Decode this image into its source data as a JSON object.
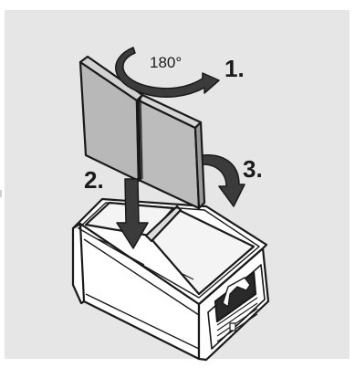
{
  "figure": {
    "steps": [
      {
        "label": "1.",
        "action": "rotate"
      },
      {
        "label": "2.",
        "action": "insert"
      },
      {
        "label": "3.",
        "action": "fold down"
      }
    ],
    "rotation_text": "180°"
  },
  "colors": {
    "background": "#e6e6e6",
    "outline": "#1a1a1a",
    "lid_fill": "#b8b8b8",
    "arrow_fill": "#3b3b3b"
  }
}
